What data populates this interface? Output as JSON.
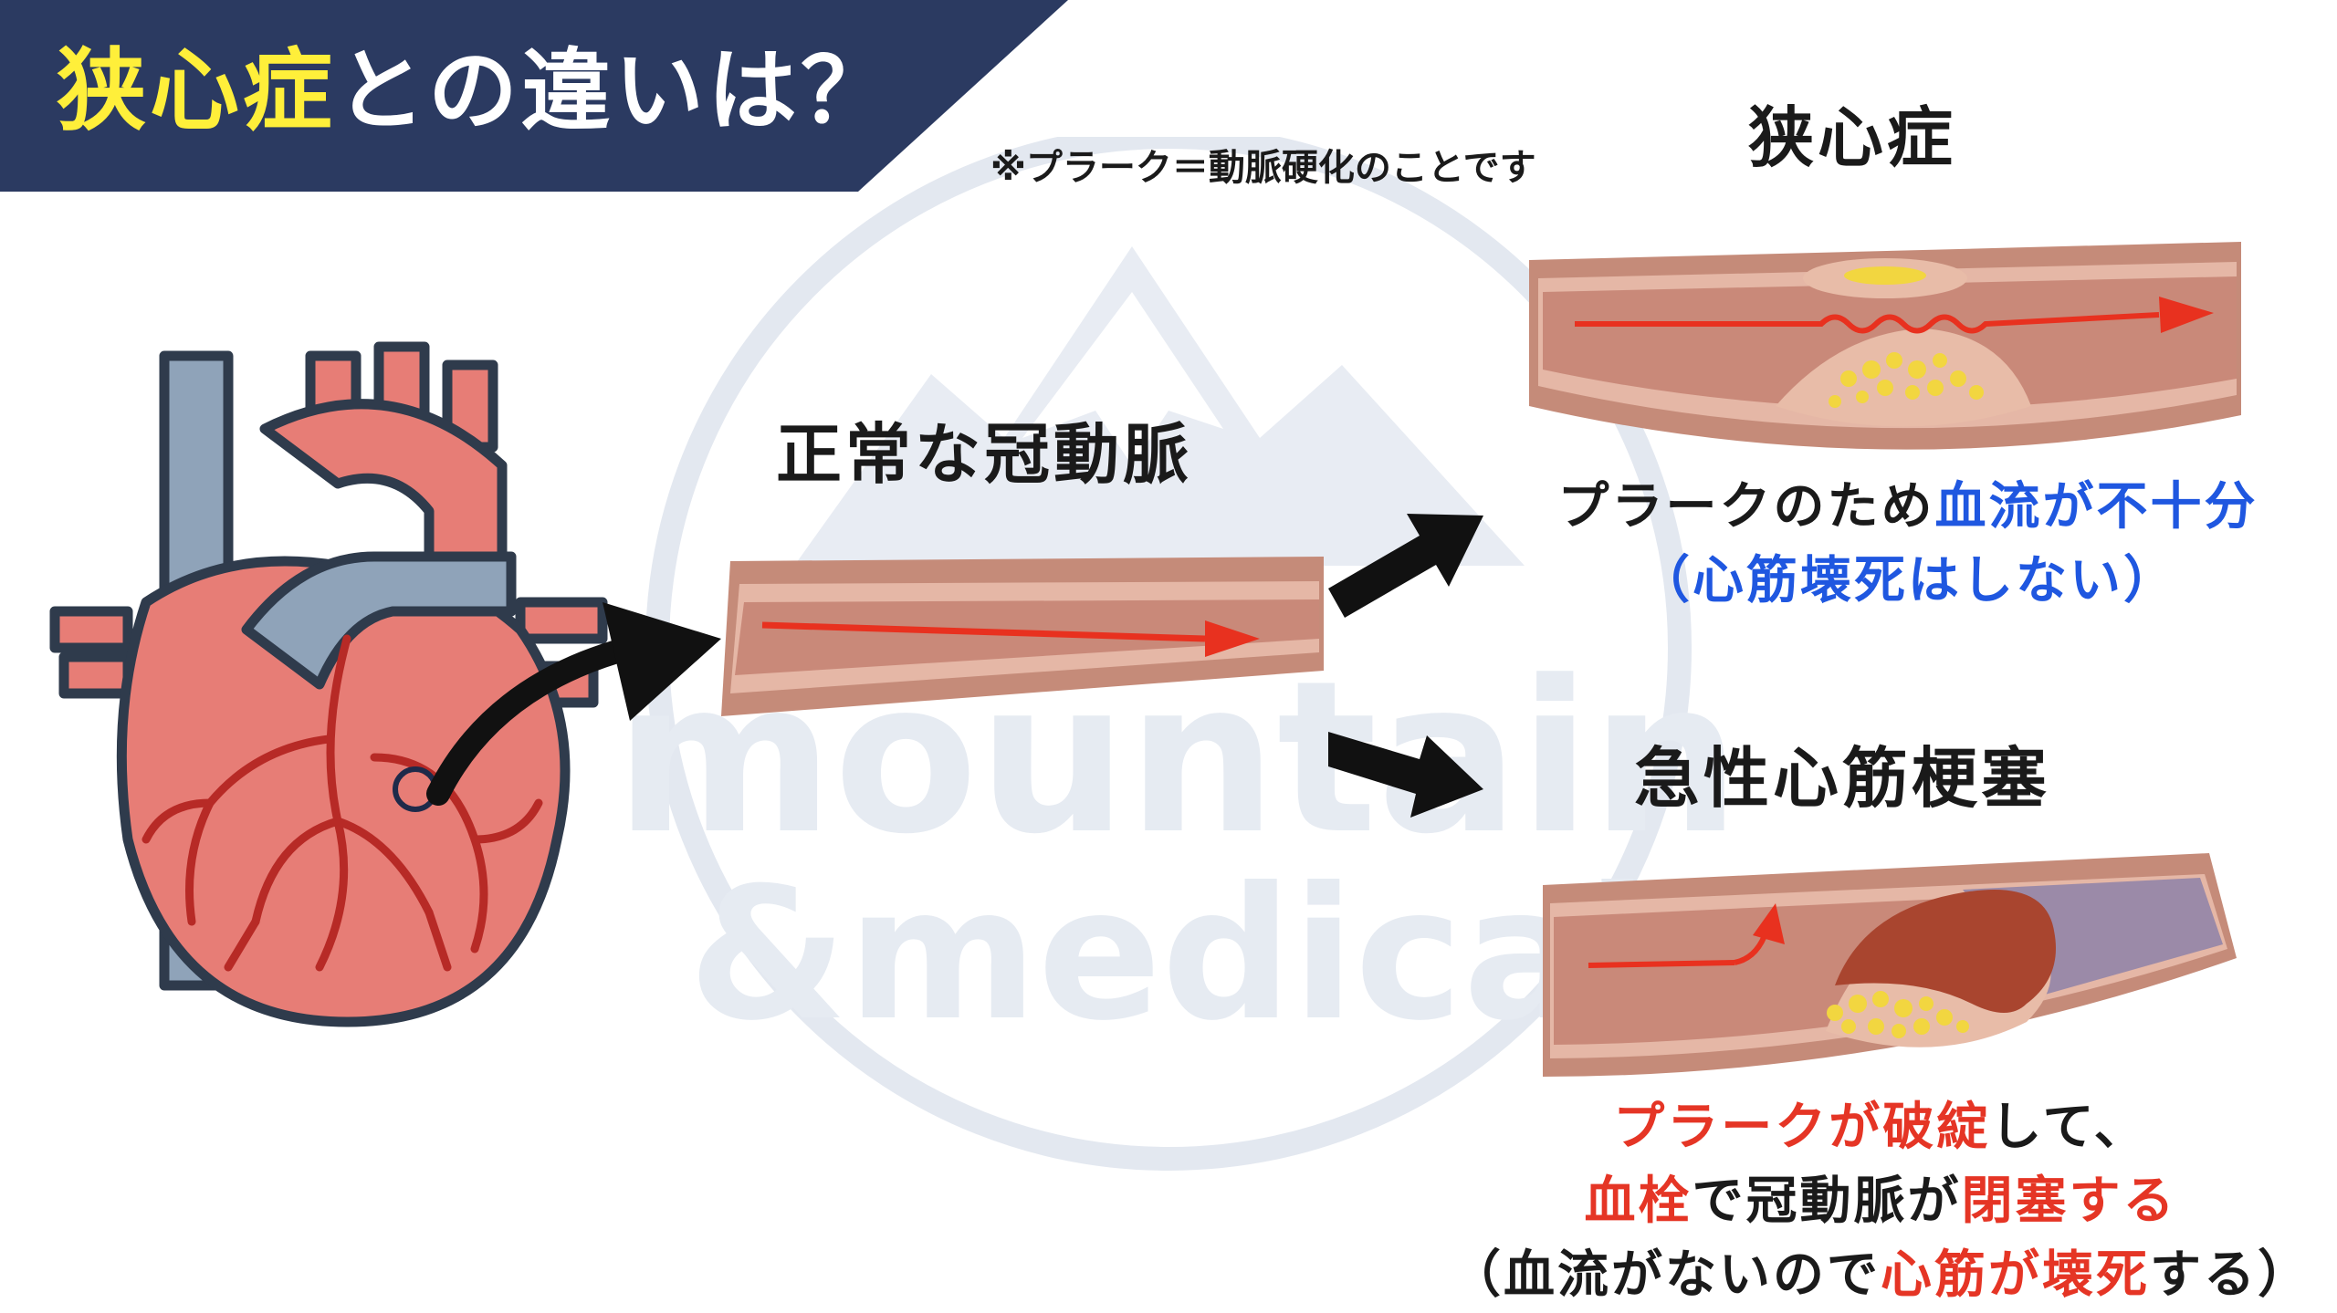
{
  "banner": {
    "highlight": "狭心症",
    "rest": "との違いは？",
    "bg_color": "#2b3a61",
    "highlight_color": "#ffef3a"
  },
  "note": "※プラーク＝動脈硬化のことです",
  "normal_artery": {
    "title": "正常な冠動脈"
  },
  "angina": {
    "title": "狭心症",
    "line1_a": "プラークのため",
    "line1_b": "血流が不十分",
    "line2": "（心筋壊死はしない）"
  },
  "mi": {
    "title": "急性心筋梗塞",
    "line1_a": "プラークが破綻",
    "line1_b": "して、",
    "line2_a": "血栓",
    "line2_b": "で冠動脈が",
    "line2_c": "閉塞する",
    "line3_a": "（血流がないので",
    "line3_b": "心筋が壊死",
    "line3_c": "する）"
  },
  "watermark": {
    "line1": "mountain",
    "line2": "&medical"
  },
  "colors": {
    "artery_wall": "#c98f7e",
    "artery_lumen": "#c98979",
    "flow_arrow": "#e8311f",
    "plaque": "#f2d640",
    "thrombus": "#a9452f",
    "heart_red": "#e77d76",
    "vessel_blue": "#8fa3b9",
    "emphasis_blue": "#1f57e0",
    "emphasis_red": "#e53525"
  }
}
